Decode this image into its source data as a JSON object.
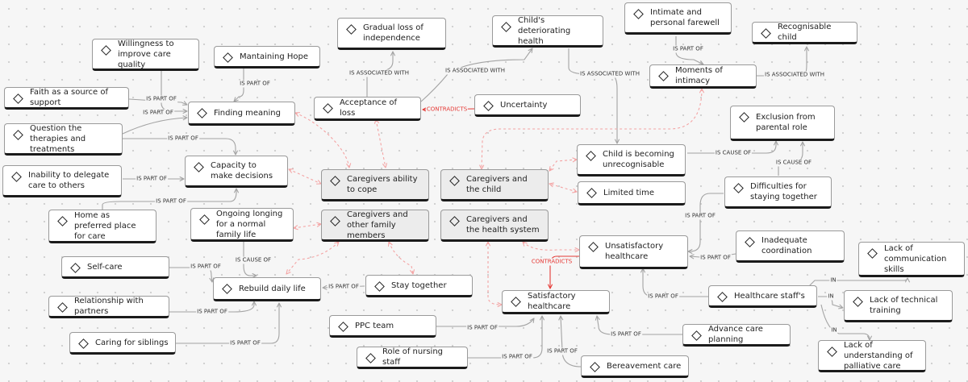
{
  "nodes": {
    "gradual_loss": "Gradual loss of independence",
    "childs_deteriorating": "Child's deteriorating health",
    "intimate_farewell": "Intimate and personal farewell",
    "recognisable_child": "Recognisable child",
    "willingness": "Willingness to improve care quality",
    "maintaining_hope": "Mantaining Hope",
    "moments_intimacy": "Moments of intimacy",
    "faith": "Faith as a source of support",
    "finding_meaning": "Finding meaning",
    "acceptance_loss": "Acceptance of loss",
    "uncertainty": "Uncertainty",
    "exclusion_parental": "Exclusion from parental role",
    "question_therapies": "Question the therapies and treatments",
    "child_unrecognisable": "Child is becoming unrecognisable",
    "inability_delegate": "Inability to delegate care to others",
    "capacity_decisions": "Capacity to make decisions",
    "caregivers_cope": "Caregivers ability to cope",
    "caregivers_child": "Caregivers and the child",
    "difficulties_together": "Difficulties for staying together",
    "limited_time": "Limited time",
    "home_preferred": "Home as preferred place for care",
    "ongoing_longing": "Ongoing longing for a normal family life",
    "caregivers_family": "Caregivers and other family members",
    "caregivers_health": "Caregivers and the health system",
    "inadequate_coordination": "Inadequate coordination",
    "unsatisfactory_healthcare": "Unsatisfactory healthcare",
    "lack_communication": "Lack of communication skills",
    "self_care": "Self-care",
    "stay_together": "Stay together",
    "rebuild_daily": "Rebuild daily life",
    "healthcare_staff": "Healthcare staff's",
    "lack_technical": "Lack of technical training",
    "relationship_partners": "Relationship with partners",
    "satisfactory_healthcare": "Satisfactory healthcare",
    "ppc_team": "PPC team",
    "advance_care": "Advance care planning",
    "lack_palliative": "Lack of understanding of palliative care",
    "caring_siblings": "Caring for siblings",
    "role_nursing": "Role of nursing staff",
    "bereavement_care": "Bereavement care"
  },
  "edge_labels": {
    "is_part_of": "IS PART OF",
    "is_associated_with": "IS ASSOCIATED WITH",
    "contradicts": "CONTRADICTS",
    "is_cause_of": "IS CAUSE OF",
    "in": "IN"
  },
  "colors": {
    "edge": "#a3a3a3",
    "cross_link": "#f4a3a3",
    "contradiction": "#e53935",
    "node_border": "#1b1b1b",
    "grey_node": "#ececec"
  }
}
